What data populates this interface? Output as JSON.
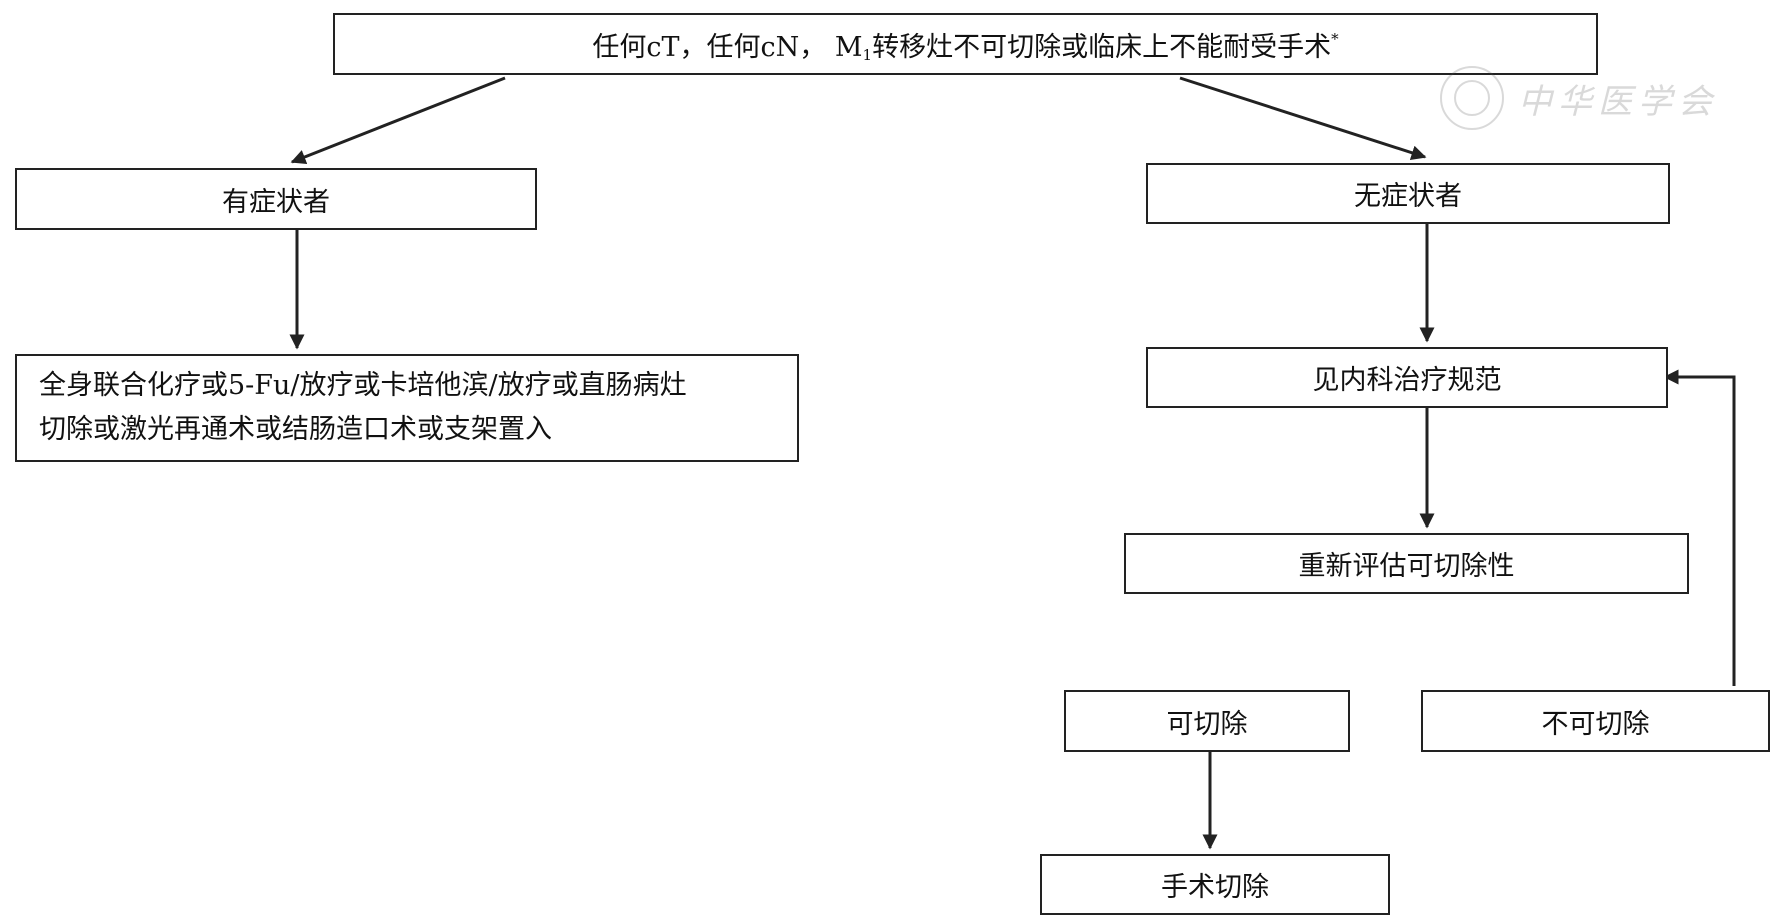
{
  "flow": {
    "root": {
      "pre": "任何cT，任何cN，  M",
      "sub": "1",
      "post": "转移灶不可切除或临床上不能耐受手术",
      "sup": "*"
    },
    "symptomatic": "有症状者",
    "asymptomatic": "无症状者",
    "symptomatic_treatment": {
      "line1": "全身联合化疗或5-Fu/放疗或卡培他滨/放疗或直肠病灶",
      "line2": "切除或激光再通术或结肠造口术或支架置入"
    },
    "internal_medicine": "见内科治疗规范",
    "reassess": "重新评估可切除性",
    "resectable": "可切除",
    "unresectable": "不可切除",
    "surgery": "手术切除"
  },
  "watermark": {
    "text": "中华医学会"
  }
}
